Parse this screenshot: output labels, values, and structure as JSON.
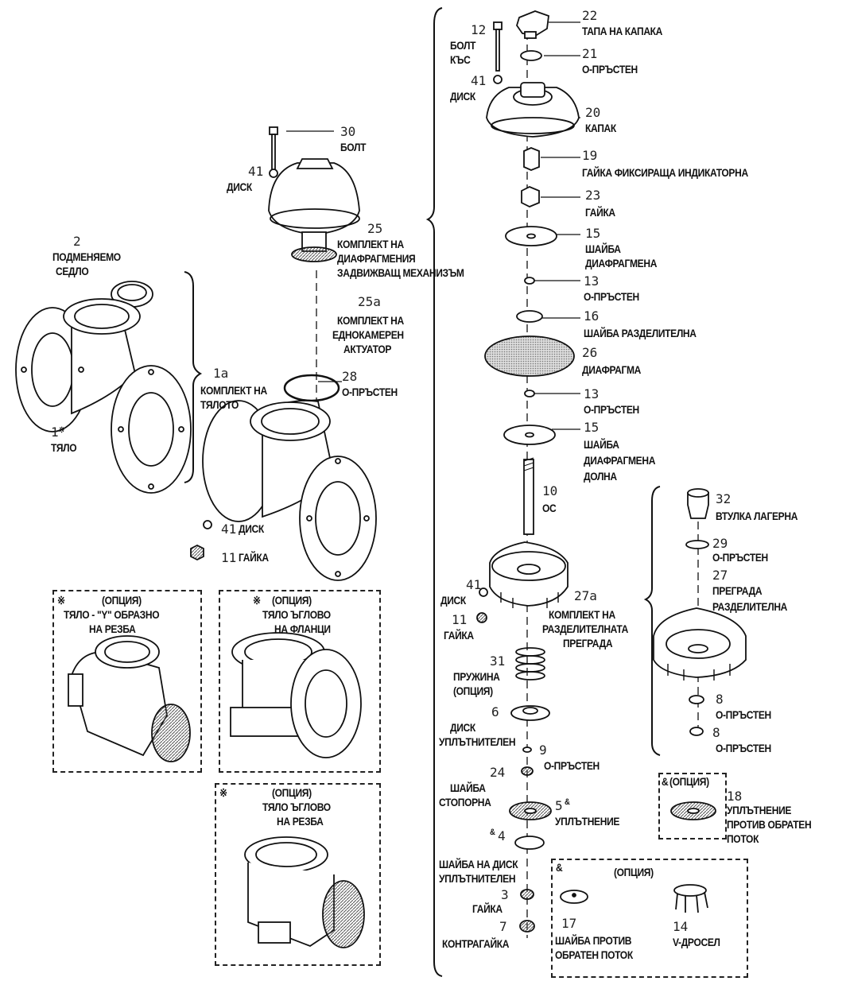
{
  "parts": {
    "p22": {
      "num": "22",
      "name": "ТАПА НА КАПАКА"
    },
    "p12": {
      "num": "12",
      "name": "БОЛТ",
      "name2": "КЪС"
    },
    "p21": {
      "num": "21",
      "name": "О-ПРЪСТЕН"
    },
    "p41a": {
      "num": "41",
      "name": "ДИСК"
    },
    "p20": {
      "num": "20",
      "name": "КАПАК"
    },
    "p19": {
      "num": "19",
      "name": "ГАЙКА ФИКСИРАЩА ИНДИКАТОРНА"
    },
    "p30": {
      "num": "30",
      "name": "БОЛТ"
    },
    "p41b": {
      "num": "41",
      "name": "ДИСК"
    },
    "p23": {
      "num": "23",
      "name": "ГАЙКА"
    },
    "p25": {
      "num": "25",
      "name": "КОМПЛЕКТ НА",
      "name2": "ДИАФРАГМЕНИЯ",
      "name3": "ЗАДВИЖВАЩ МЕХАНИЗЪМ"
    },
    "p15a": {
      "num": "15",
      "name": "ШАЙБА",
      "name2": "ДИАФРАГМЕНА"
    },
    "p2": {
      "num": "2",
      "name": "ПОДМЕНЯЕМО",
      "name2": "СЕДЛО"
    },
    "p13a": {
      "num": "13",
      "name": "О-ПРЪСТЕН"
    },
    "p25a": {
      "num": "25а",
      "name": "КОМПЛЕКТ НА",
      "name2": "ЕДНОКАМЕРЕН",
      "name3": "АКТУАТОР"
    },
    "p16": {
      "num": "16",
      "name": "ШАЙБА РАЗДЕЛИТЕЛНА"
    },
    "p26": {
      "num": "26",
      "name": "ДИАФРАГМА"
    },
    "p1a": {
      "num": "1а",
      "name": "КОМПЛЕКТ НА",
      "name2": "ТЯЛОТО"
    },
    "p28": {
      "num": "28",
      "name": "О-ПРЪСТЕН"
    },
    "p13b": {
      "num": "13",
      "name": "О-ПРЪСТЕН"
    },
    "p1": {
      "num": "1",
      "sup": "※",
      "name": "ТЯЛО"
    },
    "p15b": {
      "num": "15",
      "name": "ШАЙБА",
      "name2": "ДИАФРАГМЕНА",
      "name3": "ДОЛНА"
    },
    "p10": {
      "num": "10",
      "name": "ОС"
    },
    "p32": {
      "num": "32",
      "name": "ВТУЛКА ЛАГЕРНА"
    },
    "p41c": {
      "num": "41",
      "name": "ДИСК"
    },
    "p11a": {
      "num": "11",
      "name": "ГАЙКА"
    },
    "p29": {
      "num": "29",
      "name": "О-ПРЪСТЕН"
    },
    "p27": {
      "num": "27",
      "name": "ПРЕГРАДА",
      "name2": "РАЗДЕЛИТЕЛНА"
    },
    "p41d": {
      "num": "41",
      "name": "ДИСК"
    },
    "p11b": {
      "num": "11",
      "name": "ГАЙКА"
    },
    "p27a": {
      "num": "27а",
      "name": "КОМПЛЕКТ НА",
      "name2": "РАЗДЕЛИТЕЛНАТА",
      "name3": "ПРЕГРАДА"
    },
    "p31": {
      "num": "31",
      "name": "ПРУЖИНА",
      "name2": "(ОПЦИЯ)"
    },
    "p6": {
      "num": "6",
      "name": "ДИСК",
      "name2": "УПЛЪТНИТЕЛЕН"
    },
    "p8a": {
      "num": "8",
      "name": "О-ПРЪСТЕН"
    },
    "p8b": {
      "num": "8",
      "name": "О-ПРЪСТЕН"
    },
    "p9": {
      "num": "9",
      "name": "О-ПРЪСТЕН"
    },
    "p24": {
      "num": "24",
      "name": "ШАЙБА",
      "name2": "СТОПОРНА"
    },
    "p5": {
      "num": "5",
      "sup": "&",
      "name": "УПЛЪТНЕНИЕ"
    },
    "p18": {
      "num": "18",
      "name": "УПЛЪТНЕНИЕ",
      "name2": "ПРОТИВ ОБРАТЕН",
      "name3": "ПОТОК"
    },
    "p4": {
      "num": "4",
      "sup": "&",
      "name": "ШАЙБА НА ДИСК",
      "name2": "УПЛЪТНИТЕЛЕН"
    },
    "p3": {
      "num": "3",
      "name": "ГАЙКА"
    },
    "p7": {
      "num": "7",
      "name": "КОНТРАГАЙКА"
    },
    "p17": {
      "num": "17",
      "name": "ШАЙБА ПРОТИВ",
      "name2": "ОБРАТЕН ПОТОК"
    },
    "p14": {
      "num": "14",
      "name": "V-ДРОСЕЛ"
    }
  },
  "options": {
    "y_body": {
      "mark": "※",
      "title": "(ОПЦИЯ)",
      "line1": "ТЯЛО - \"Y\" ОБРАЗНО",
      "line2": "НА РЕЗБА"
    },
    "angle_flange": {
      "mark": "※",
      "title": "(ОПЦИЯ)",
      "line1": "ТЯЛО ЪГЛОВО",
      "line2": "НА ФЛАНЦИ"
    },
    "angle_thread": {
      "mark": "※",
      "title": "(ОПЦИЯ)",
      "line1": "ТЯЛО ЪГЛОВО",
      "line2": "НА РЕЗБА"
    },
    "opt18": {
      "mark": "&",
      "title": "(ОПЦИЯ)"
    },
    "opt17": {
      "mark": "&",
      "title": "(ОПЦИЯ)"
    }
  }
}
